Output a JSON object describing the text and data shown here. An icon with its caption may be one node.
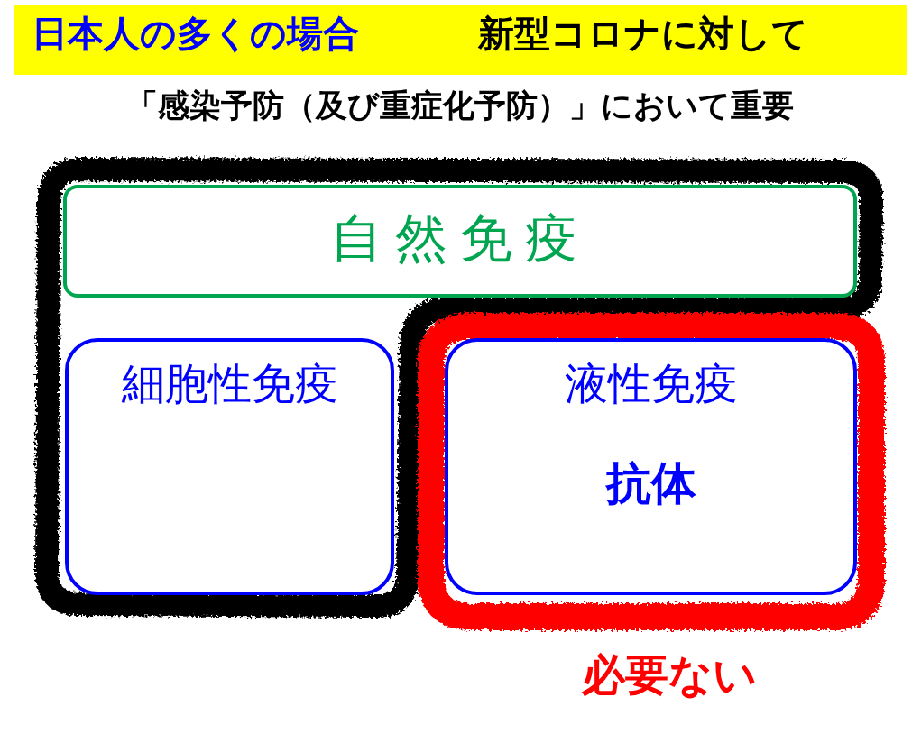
{
  "diagram": {
    "nodes": [
      {
        "text": [
          "日本人の多くの場合",
          "新型コロナに対して"
        ]
      },
      {
        "text": [
          "自然免疫"
        ]
      },
      {
        "text": [
          "細胞性免疫"
        ]
      },
      {
        "text": [
          "液性免疫",
          "抗体"
        ]
      }
    ],
    "labels": [
      "「感染予防（及び重症化予防）」において重要",
      "必要ない"
    ]
  }
}
